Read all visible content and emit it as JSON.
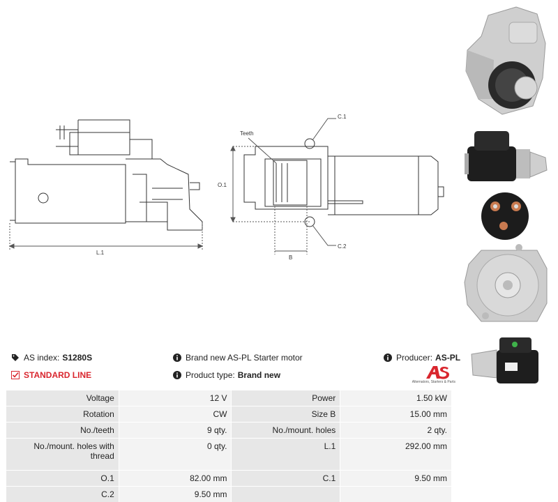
{
  "diagram": {
    "labels": {
      "l1": "L.1",
      "o1": "O.1",
      "c1": "C.1",
      "c2": "C.2",
      "b": "B",
      "teeth": "Teeth"
    }
  },
  "info": {
    "as_index_label": "AS index:",
    "as_index_value": "S1280S",
    "standard_line": "STANDARD LINE",
    "description": "Brand new AS-PL Starter motor",
    "product_type_label": "Product type:",
    "product_type_value": "Brand new",
    "producer_label": "Producer:",
    "producer_value": "AS-PL"
  },
  "logo": {
    "mark": "AS",
    "tagline": "Alternators, Starters & Parts",
    "color": "#d9262e"
  },
  "specs": [
    {
      "k1": "Voltage",
      "v1": "12 V",
      "k2": "Power",
      "v2": "1.50 kW"
    },
    {
      "k1": "Rotation",
      "v1": "CW",
      "k2": "Size B",
      "v2": "15.00 mm"
    },
    {
      "k1": "No./teeth",
      "v1": "9 qty.",
      "k2": "No./mount. holes",
      "v2": "2 qty."
    },
    {
      "k1": "No./mount. holes with thread",
      "v1": "0 qty.",
      "k2": "L.1",
      "v2": "292.00 mm"
    },
    {
      "k1": "O.1",
      "v1": "82.00 mm",
      "k2": "C.1",
      "v2": "9.50 mm"
    },
    {
      "k1": "C.2",
      "v1": "9.50 mm",
      "k2": "",
      "v2": ""
    }
  ]
}
